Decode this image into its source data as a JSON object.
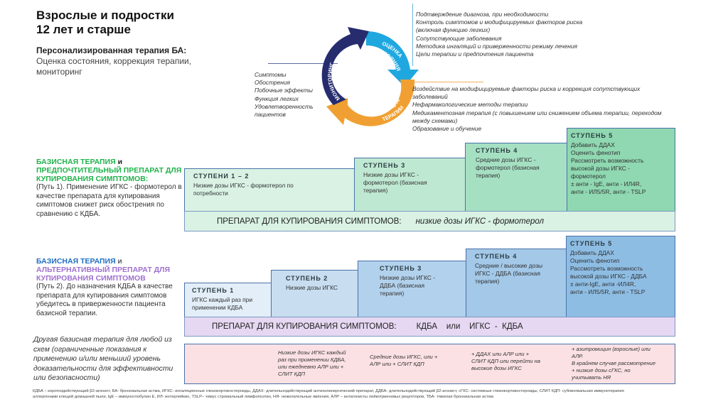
{
  "header": {
    "title_line1": "Взрослые и подростки",
    "title_line2": "12 лет и старше",
    "subtitle_bold": "Персонализированная терапия БА:",
    "subtitle": "Оценка состояния,  коррекция терапии,  мониторинг"
  },
  "cycle": {
    "segments": [
      {
        "label_line1": "ОЦЕНКА",
        "label_line2": "СОСТОЯНИЯ",
        "color": "#1fa8e0"
      },
      {
        "label_line1": "КОРРЕКЦИЯ",
        "label_line2": "ТЕРАПИИ",
        "color": "#f0a032"
      },
      {
        "label_line1": "МОНИТОРИНГ",
        "label_line2": "",
        "color": "#262c6e"
      }
    ],
    "monitoring_items": [
      "Симптомы",
      "Обострения",
      "Побочные эффекты",
      "Функция легких",
      "Удовлетворенность",
      "пациентов"
    ],
    "assessment_items": [
      "Подтверждение диагноза, при необходимости",
      "Контроль симптомов и модифицируемых факторов риска",
      "(включая функцию легких)",
      "Сопутствующие заболевания",
      "Методика ингаляций и приверженности режиму лечения",
      "Цели терапии и предпочтения пациента"
    ],
    "adjustment_items": [
      "Воздействие на модифицируемые факторы риска и коррекция сопутствующих",
      "заболеваний",
      "Нефармакологические методы   терапии",
      "Медикаментозная терапия (с повышением или снижением объема терапии, переходом",
      "между схемами)",
      "Образование и обучение"
    ]
  },
  "track1": {
    "heading_part1": "БАЗИСНАЯ ТЕРАПИЯ",
    "heading_and": "  и",
    "heading_part2": "ПРЕДПОЧТИТЕЛЬНЫЙ ПРЕПАРАТ ДЛЯ КУПИРОВАНИЯ СИМПТОМОВ:",
    "description": "(Путь 1). Применение ИГКС   - формотерол в качестве препарата для купирования симптомов снижет риск обострения по сравнению с КДБА.",
    "steps": [
      {
        "title": "СТУПЕНИ  1 – 2",
        "lines": [
          "Низкие дозы ИГКС   -  формотерол по",
          "потребности"
        ]
      },
      {
        "title": "СТУПЕНЬ  3",
        "lines": [
          "Низкие дозы ИГКС   -",
          "формотерол (базисная",
          "терапия)"
        ]
      },
      {
        "title": "СТУПЕНЬ 4",
        "lines": [
          "Средние дозы ИГКС   -",
          "формотерол (базисная",
          "терапия)"
        ]
      },
      {
        "title": "СТУПЕНЬ  5",
        "lines": [
          "Добавить ДДАХ",
          "Оценить фенотип",
          "Рассмотреть возможность",
          "высокой дозы ИГКС   -",
          "формотерол",
          "± анти - IgE, анти  - ИЛ4R,",
          "анти - ИЛ5/5R, анти  - TSLP"
        ]
      }
    ],
    "reliever_label": "ПРЕПАРАТ ДЛЯ КУПИРОВАНИЯ СИМПТОМОВ:",
    "reliever_value": "низкие дозы ИГКС    -  формотерол"
  },
  "track2": {
    "heading_part1": "БАЗИСНАЯ ТЕРАПИЯ",
    "heading_and": " и",
    "heading_part2": "АЛЬТЕРНАТИВНЫЙ ПРЕПАРАТ ДЛЯ КУПИРОВАНИЯ СИМПТОМОВ",
    "description": "(Путь 2). До назначения КДБА в качестве препарата для купирования симптомов убедитесь в приверженности пациента базисной терапии.",
    "steps": [
      {
        "title": "СТУПЕНЬ  1",
        "lines": [
          "ИГКС каждый раз при",
          "применении КДБА"
        ]
      },
      {
        "title": "СТУПЕНЬ  2",
        "lines": [
          "Низкие дозы ИГКС"
        ]
      },
      {
        "title": "СТУПЕНЬ  3",
        "lines": [
          "Низкие дозы ИГКС  -",
          "ДДБА (базисная терапия)"
        ]
      },
      {
        "title": "СТУПЕНЬ  4",
        "lines": [
          "Средние / высокие дозы",
          "ИГКС  -  ДДБА (базисная",
          "терапия)"
        ]
      },
      {
        "title": "СТУПЕНЬ 5",
        "lines": [
          "Добавить ДДАХ",
          "Оценить фенотип",
          "Рассмотреть возможность",
          "высокой дозы ИГКС  -  ДДБА",
          "± анти-IgE, анти -ИЛ4R,",
          "анти - ИЛ5/5R, анти  - TSLP"
        ]
      }
    ],
    "reliever_label": "ПРЕПАРАТ ДЛЯ КУПИРОВАНИЯ СИМПТОМОВ:",
    "reliever_value": "КДБА    или    ИГКС  -  КДБА"
  },
  "other": {
    "description": "Другая базисная терапия для любой из схем (ограниченные показания к применению и/или меньший уровень доказательности для эффективности или безопасности)",
    "cells": [
      [
        "Низкие дозы ИГКС каждый",
        "раз при применении   КДБА,",
        "или ежедневно   АЛР или +",
        "СЛИТ  КДП"
      ],
      [
        "Средние дозы   ИГКС, или +",
        "АЛР  или  +  СЛИТ КДП"
      ],
      [
        "+ ДДАХ   или  АЛР  или +",
        "СЛИТ  КДП  или  перейти  на",
        "высокие дозы  ИГКС"
      ],
      [
        "+  азитромицин  (взрослые) или",
        "АЛР.",
        " В крайнем случае рассмотрение",
        "+ низкие дозы   сГКС,  но",
        "учитывать  НЯ"
      ]
    ]
  },
  "footnote": {
    "line1": "КДБА – короткодействующий β2-агонист, БА- бронхиальная астма, ИГКС- ингаляционные глюкокортикостероиды, ДДАХ- длительнодействующий антихолинергический препарат, ДДБА- длительнодействующий β2-агонист, сГКС- системные глюкокортикостероиды, СЛИТ КДП- сублингвальная иммунотерапия",
    "line2": "аллергенами клещей домашней пыли, IgE – иммуноглобулин Е, ИЛ- интерлейкин, TSLP– тимус стромальный лимфопоэтин, НЯ- нежелательные явления, АЛР – антагонисты лейкотриеновых рецепторов, ТБА- тяжелая бронхиальная астма"
  }
}
